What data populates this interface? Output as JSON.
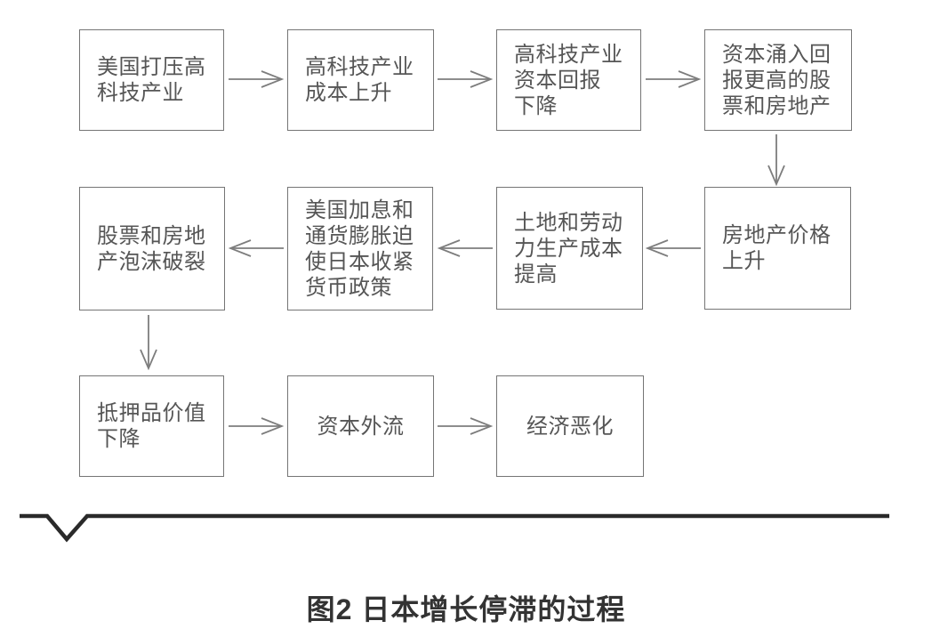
{
  "figure": {
    "caption": "图2 日本增长停滞的过程"
  },
  "flowchart": {
    "boxes": [
      {
        "id": "us-suppress-tech",
        "text": "美国打压高\n科技产业"
      },
      {
        "id": "tech-cost-rise",
        "text": "高科技产业\n成本上升"
      },
      {
        "id": "tech-capital-return-down",
        "text": "高科技产业\n资本回报\n下降"
      },
      {
        "id": "capital-into-stock-estate",
        "text": "资本涌入回\n报更高的股\n票和房地产"
      },
      {
        "id": "estate-price-rise",
        "text": "房地产价格\n上升"
      },
      {
        "id": "land-labor-cost-rise",
        "text": "土地和劳动\n力生产成本\n提高"
      },
      {
        "id": "us-hike-japan-tighten",
        "text": "美国加息和\n通货膨胀迫\n使日本收紧\n货币政策"
      },
      {
        "id": "bubble-burst",
        "text": "股票和房地\n产泡沫破裂"
      },
      {
        "id": "collateral-value-down",
        "text": "抵押品价值\n下降"
      },
      {
        "id": "capital-outflow",
        "text": "资本外流"
      },
      {
        "id": "economy-worsens",
        "text": "经济恶化"
      }
    ],
    "connections": [
      {
        "from": "us-suppress-tech",
        "to": "tech-cost-rise",
        "direction": "right"
      },
      {
        "from": "tech-cost-rise",
        "to": "tech-capital-return-down",
        "direction": "right"
      },
      {
        "from": "tech-capital-return-down",
        "to": "capital-into-stock-estate",
        "direction": "right"
      },
      {
        "from": "capital-into-stock-estate",
        "to": "estate-price-rise",
        "direction": "down"
      },
      {
        "from": "estate-price-rise",
        "to": "land-labor-cost-rise",
        "direction": "left"
      },
      {
        "from": "land-labor-cost-rise",
        "to": "us-hike-japan-tighten",
        "direction": "left"
      },
      {
        "from": "us-hike-japan-tighten",
        "to": "bubble-burst",
        "direction": "left"
      },
      {
        "from": "bubble-burst",
        "to": "collateral-value-down",
        "direction": "down"
      },
      {
        "from": "collateral-value-down",
        "to": "capital-outflow",
        "direction": "right"
      },
      {
        "from": "capital-outflow",
        "to": "economy-worsens",
        "direction": "right"
      }
    ],
    "colors": {
      "box_border": "#757575",
      "box_text": "#565656",
      "arrow": "#7d7d7d",
      "baseline": "#2a2a2a",
      "caption_text": "#333333"
    }
  }
}
